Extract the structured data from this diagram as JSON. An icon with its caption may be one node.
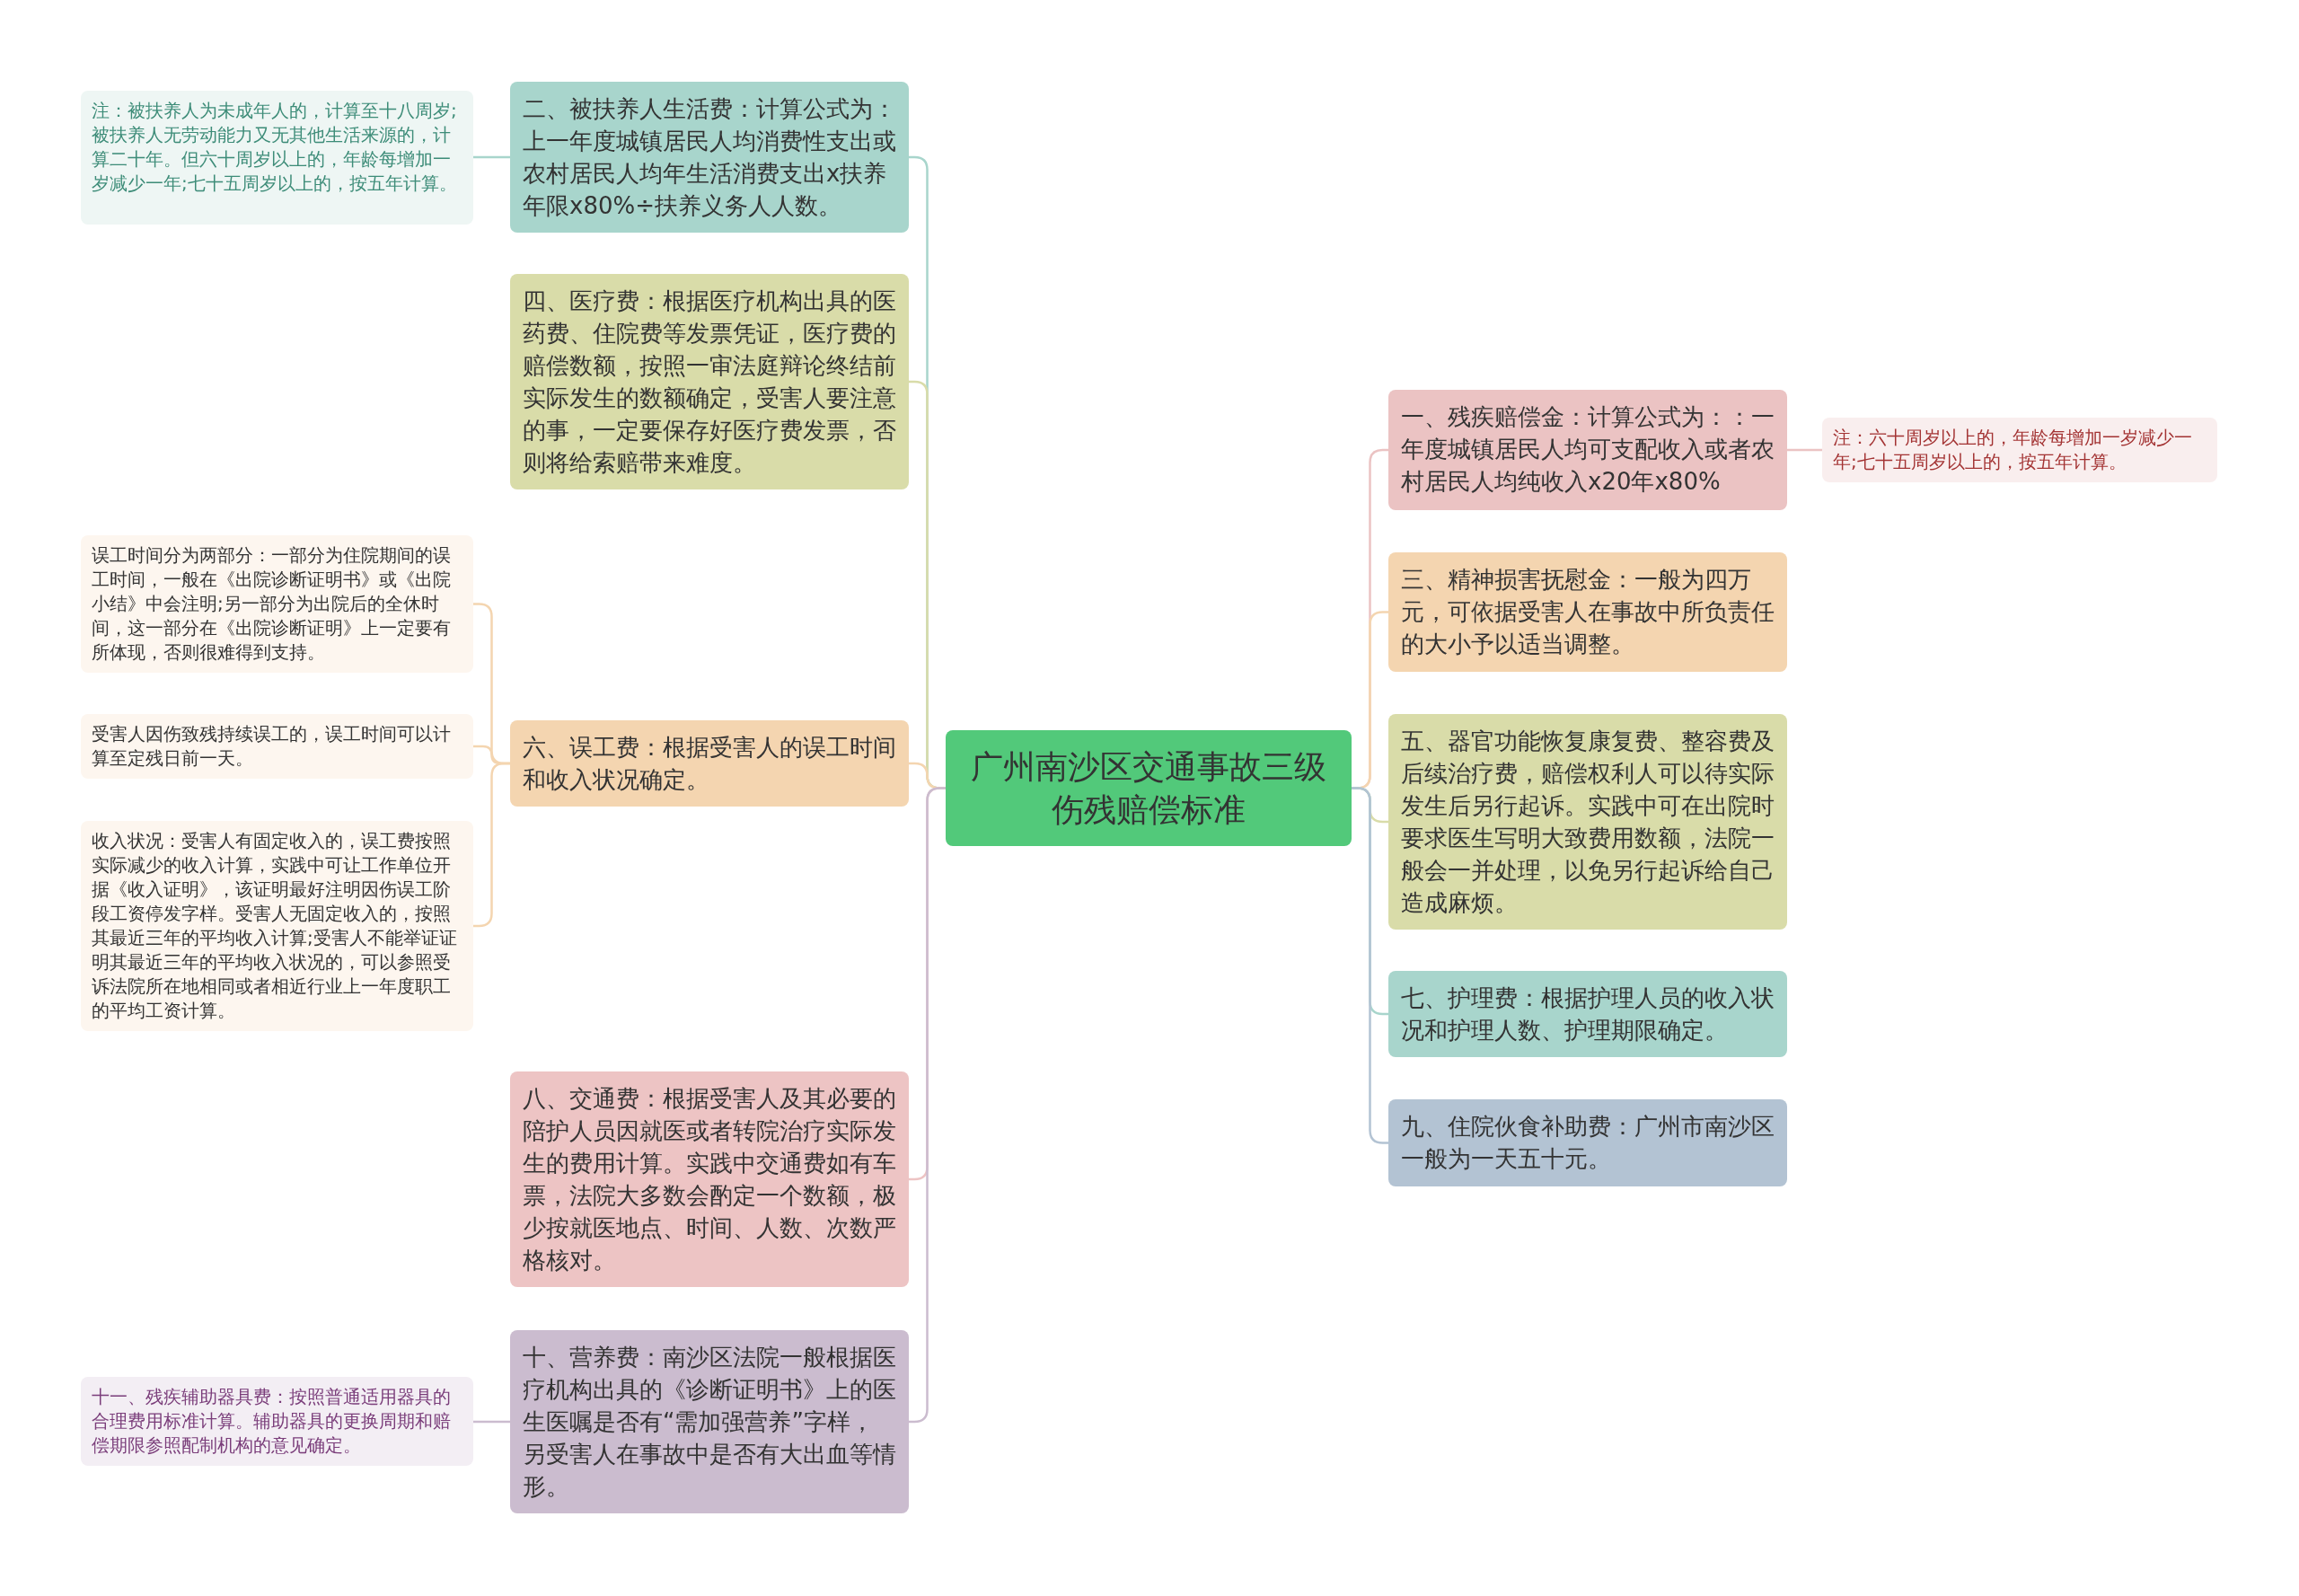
{
  "diagram": {
    "nodes": [
      {
        "text": [
          "广州南沙区交通事故三级伤残赔偿标准"
        ]
      },
      {
        "text": [
          "二、被扶养人生活费：计算公式为：上一年度城镇居民人均消费性支出或农村居民人均年生活消费支出x扶养年限x80%÷扶养义务人人数。"
        ]
      },
      {
        "text": [
          "注：被扶养人为未成年人的，计算至十八周岁;被扶养人无劳动能力又无其他生活来源的，计算二十年。但六十周岁以上的，年龄每增加一岁减少一年;七十五周岁以上的，按五年计算。"
        ]
      },
      {
        "text": [
          "四、医疗费：根据医疗机构出具的医药费、住院费等发票凭证，医疗费的赔偿数额，按照一审法庭辩论终结前实际发生的数额确定，受害人要注意的事，一定要保存好医疗费发票，否则将给索赔带来难度。"
        ]
      },
      {
        "text": [
          "六、误工费：根据受害人的误工时间和收入状况确定。"
        ]
      },
      {
        "text": [
          "误工时间分为两部分：一部分为住院期间的误工时间，一般在《出院诊断证明书》或《出院小结》中会注明;另一部分为出院后的全休时间，这一部分在《出院诊断证明》上一定要有所体现，否则很难得到支持。"
        ]
      },
      {
        "text": [
          "受害人因伤致残持续误工的，误工时间可以计算至定残日前一天。"
        ]
      },
      {
        "text": [
          "收入状况：受害人有固定收入的，误工费按照实际减少的收入计算，实践中可让工作单位开据《收入证明》，该证明最好注明因伤误工阶段工资停发字样。受害人无固定收入的，按照其最近三年的平均收入计算;受害人不能举证证明其最近三年的平均收入状况的，可以参照受诉法院所在地相同或者相近行业上一年度职工的平均工资计算。"
        ]
      },
      {
        "text": [
          "八、交通费：根据受害人及其必要的陪护人员因就医或者转院治疗实际发生的费用计算。实践中交通费如有车票，法院大多数会酌定一个数额，极少按就医地点、时间、人数、次数严格核对。"
        ]
      },
      {
        "text": [
          "十、营养费：南沙区法院一般根据医疗机构出具的《诊断证明书》上的医生医嘱是否有“需加强营养”字样，另受害人在事故中是否有大出血等情形。"
        ]
      },
      {
        "text": [
          "十一、残疾辅助器具费：按照普通适用器具的合理费用标准计算。辅助器具的更换周期和赔偿期限参照配制机构的意见确定。"
        ]
      },
      {
        "text": [
          "一、残疾赔偿金：计算公式为：：一年度城镇居民人均可支配收入或者农村居民人均纯收入x20年x80%"
        ]
      },
      {
        "text": [
          "注：六十周岁以上的，年龄每增加一岁减少一年;七十五周岁以上的，按五年计算。"
        ]
      },
      {
        "text": [
          "三、精神损害抚慰金：一般为四万元，可依据受害人在事故中所负责任的大小予以适当调整。"
        ]
      },
      {
        "text": [
          "五、器官功能恢复康复费、整容费及后续治疗费，赔偿权利人可以待实际发生后另行起诉。实践中可在出院时要求医生写明大致费用数额，法院一般会一并处理，以免另行起诉给自己造成麻烦。"
        ]
      },
      {
        "text": [
          "七、护理费：根据护理人员的收入状况和护理人数、护理期限确定。"
        ]
      },
      {
        "text": [
          "九、住院伙食补助费：广州市南沙区一般为一天五十元。"
        ]
      }
    ],
    "edges": [
      {
        "from": 0,
        "to": 1,
        "arrow": "none",
        "color": "#a8d5cc"
      },
      {
        "from": 1,
        "to": 2,
        "arrow": "none",
        "color": "#a8d5cc"
      },
      {
        "from": 0,
        "to": 3,
        "arrow": "none",
        "color": "#d9dca9"
      },
      {
        "from": 0,
        "to": 4,
        "arrow": "none",
        "color": "#f4d5b0"
      },
      {
        "from": 4,
        "to": 5,
        "arrow": "none",
        "color": "#f4d5b0"
      },
      {
        "from": 4,
        "to": 6,
        "arrow": "none",
        "color": "#f4d5b0"
      },
      {
        "from": 4,
        "to": 7,
        "arrow": "none",
        "color": "#f4d5b0"
      },
      {
        "from": 0,
        "to": 8,
        "arrow": "none",
        "color": "#edc4c4"
      },
      {
        "from": 0,
        "to": 9,
        "arrow": "none",
        "color": "#cbbccf"
      },
      {
        "from": 9,
        "to": 10,
        "arrow": "none",
        "color": "#cbbccf"
      },
      {
        "from": 0,
        "to": 11,
        "arrow": "none",
        "color": "#ebc3c3"
      },
      {
        "from": 11,
        "to": 12,
        "arrow": "none",
        "color": "#ebc3c3"
      },
      {
        "from": 0,
        "to": 13,
        "arrow": "none",
        "color": "#f4d5b0"
      },
      {
        "from": 0,
        "to": 14,
        "arrow": "none",
        "color": "#d9dca9"
      },
      {
        "from": 0,
        "to": 15,
        "arrow": "none",
        "color": "#a8d5cc"
      },
      {
        "from": 0,
        "to": 16,
        "arrow": "none",
        "color": "#b3c3d3"
      }
    ]
  }
}
